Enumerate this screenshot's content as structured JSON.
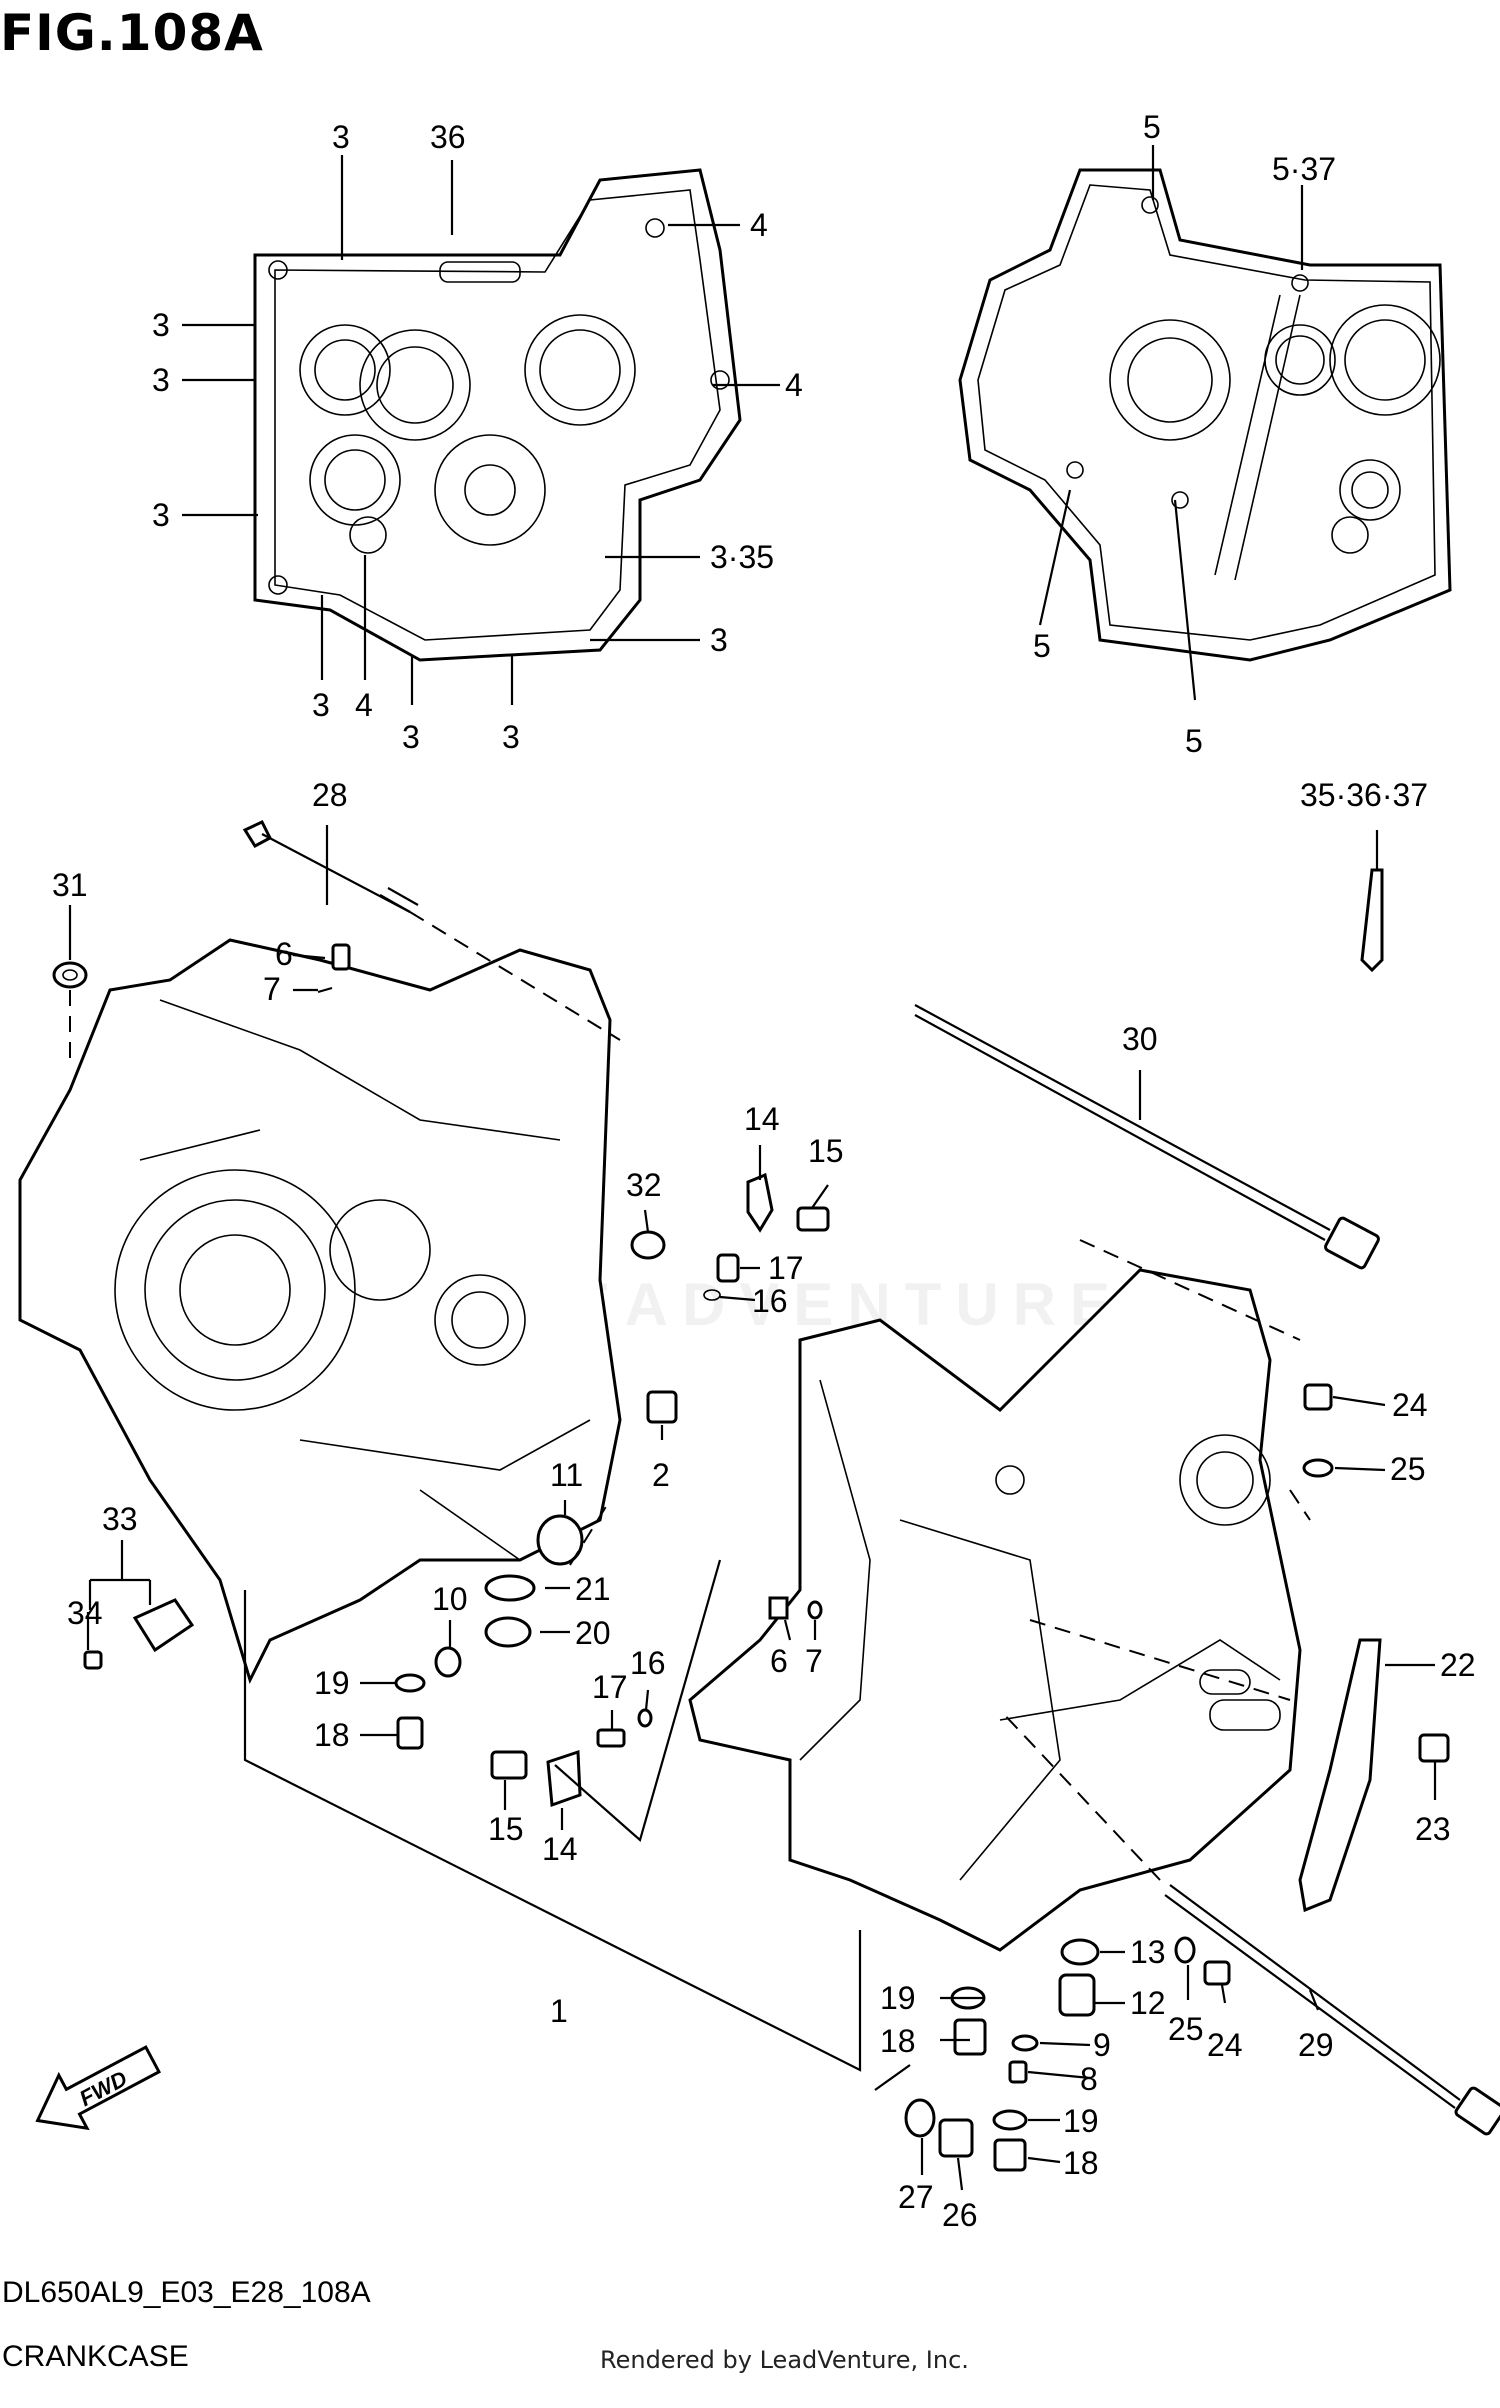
{
  "header": {
    "title": "FIG.108A"
  },
  "footer": {
    "code": "DL650AL9_E03_E28_108A",
    "name": "CRANKCASE",
    "render_credit": "Rendered by LeadVenture, Inc."
  },
  "watermark": {
    "text": "LEADVENTURE"
  },
  "fwd_label": "FWD",
  "callouts": {
    "c3_a": "3",
    "c36": "36",
    "c4_a": "4",
    "c3_b": "3",
    "c4_b": "4",
    "c3_c": "3",
    "c3_35": "3·35",
    "c3_d": "3",
    "c3_e": "3",
    "c3_f": "3",
    "c4_c": "4",
    "c3_g": "3",
    "c3_h": "3",
    "c5_a": "5",
    "c5_37": "5·37",
    "c5_b": "5",
    "c5_c": "5",
    "c28": "28",
    "c35_36_37": "35·36·37",
    "c31": "31",
    "c6_a": "6",
    "c7_a": "7",
    "c30": "30",
    "c14_a": "14",
    "c15_a": "15",
    "c32": "32",
    "c17_a": "17",
    "c16_a": "16",
    "c24_a": "24",
    "c25_a": "25",
    "c11": "11",
    "c2": "2",
    "c33": "33",
    "c21": "21",
    "c34": "34",
    "c10": "10",
    "c20": "20",
    "c6_b": "6",
    "c7_b": "7",
    "c22": "22",
    "c19_a": "19",
    "c17_b": "17",
    "c16_b": "16",
    "c18_a": "18",
    "c23": "23",
    "c15_b": "15",
    "c14_b": "14",
    "c13": "13",
    "c1": "1",
    "c19_b": "19",
    "c12": "12",
    "c25_b": "25",
    "c24_b": "24",
    "c29": "29",
    "c18_b": "18",
    "c9": "9",
    "c8": "8",
    "c19_c": "19",
    "c18_c": "18",
    "c27": "27",
    "c26": "26"
  }
}
